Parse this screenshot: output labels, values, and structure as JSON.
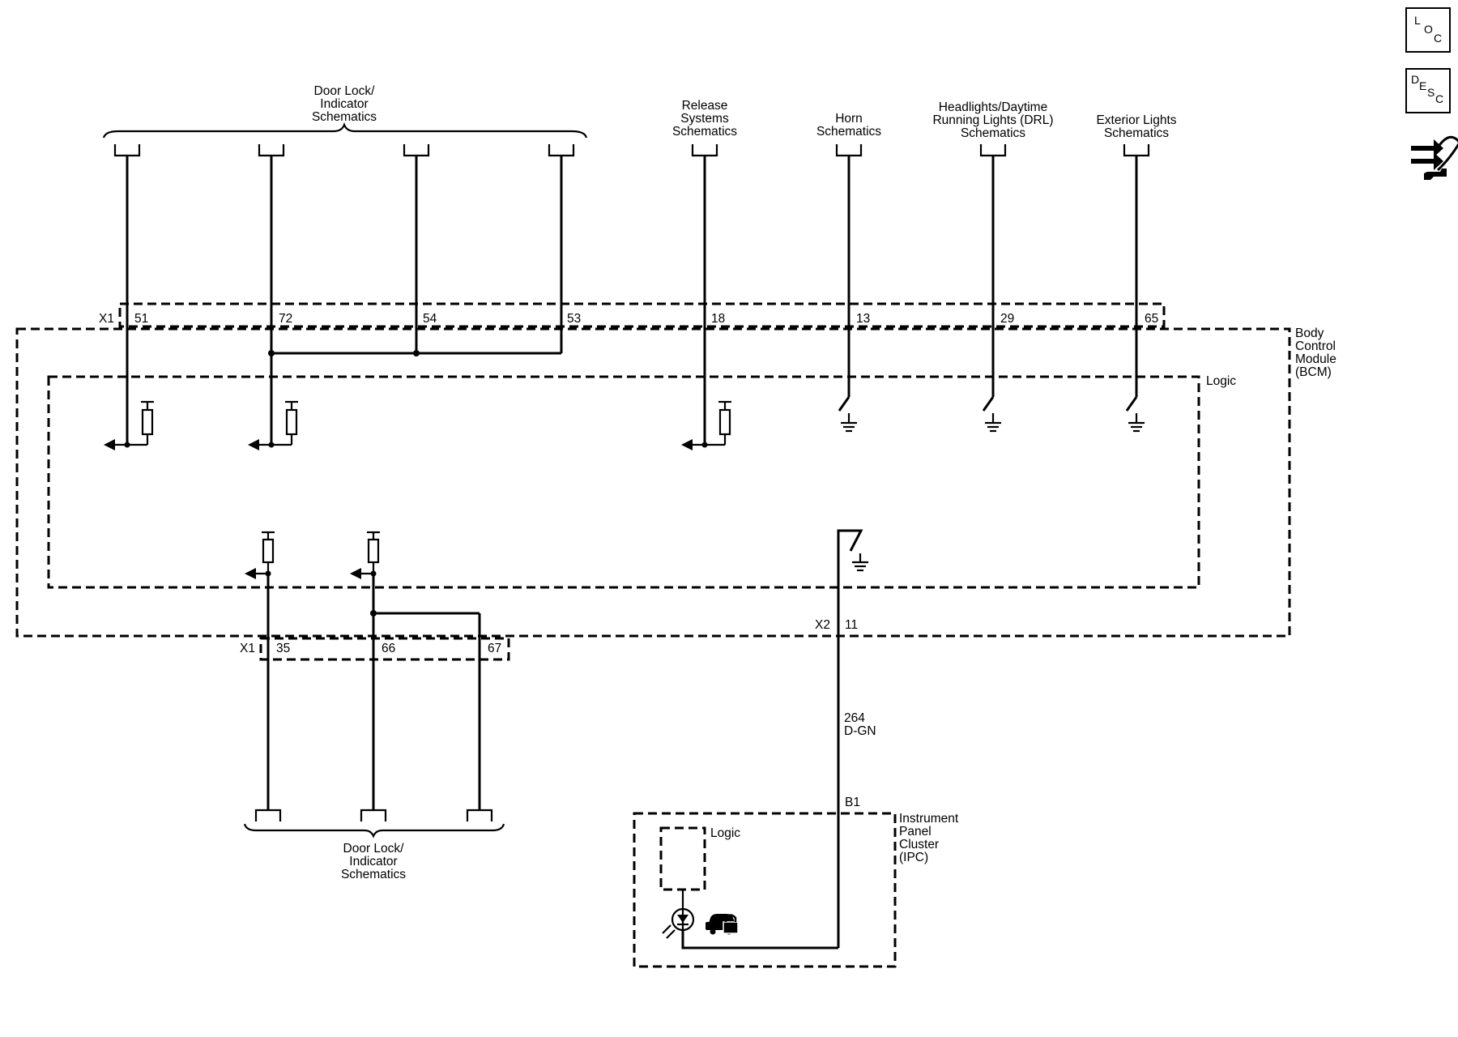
{
  "nav": {
    "loc_letters": [
      "L",
      "O",
      "C"
    ],
    "desc_letters": [
      "D",
      "E",
      "S",
      "C"
    ]
  },
  "schematic_links": {
    "door_lock_top": [
      "Door Lock/",
      "Indicator",
      "Schematics"
    ],
    "release": [
      "Release",
      "Systems",
      "Schematics"
    ],
    "horn": [
      "Horn",
      "Schematics"
    ],
    "headlights": [
      "Headlights/Daytime",
      "Running Lights (DRL)",
      "Schematics"
    ],
    "exterior": [
      "Exterior Lights",
      "Schematics"
    ],
    "door_lock_bottom": [
      "Door Lock/",
      "Indicator",
      "Schematics"
    ]
  },
  "bcm": {
    "label": [
      "Body",
      "Control",
      "Module",
      "(BCM)"
    ],
    "logic_label": "Logic",
    "connector_x1_top": "X1",
    "pins_top": [
      "51",
      "72",
      "54",
      "53",
      "18",
      "13",
      "29",
      "65"
    ],
    "connector_x1_bottom": "X1",
    "pins_bottom": [
      "35",
      "66",
      "67"
    ],
    "connector_x2": "X2",
    "pin_x2": "11"
  },
  "circuit": {
    "number": "264",
    "color": "D-GN"
  },
  "ipc": {
    "pin": "B1",
    "label": [
      "Instrument",
      "Panel",
      "Cluster",
      "(IPC)"
    ],
    "logic_label": "Logic"
  }
}
